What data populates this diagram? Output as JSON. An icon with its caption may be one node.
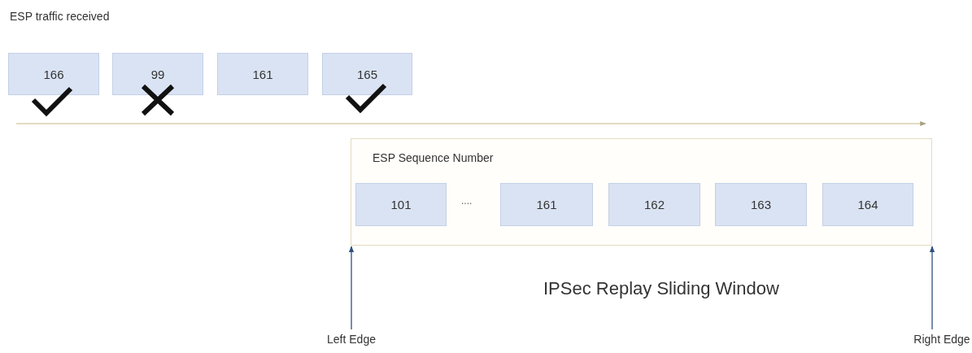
{
  "diagram": {
    "nodes": [
      {
        "text": [
          "166"
        ]
      },
      {
        "text": [
          "99"
        ]
      },
      {
        "text": [
          "161"
        ]
      },
      {
        "text": [
          "165"
        ]
      },
      {
        "text": [
          "ESP Sequence Number"
        ]
      },
      {
        "text": [
          "101"
        ],
        "in": 4
      },
      {
        "text": [
          "161"
        ],
        "in": 4
      },
      {
        "text": [
          "162"
        ],
        "in": 4
      },
      {
        "text": [
          "163"
        ],
        "in": 4
      },
      {
        "text": [
          "164"
        ],
        "in": 4
      },
      {
        "text": [
          "Left Edge"
        ]
      },
      {
        "text": [
          "Right Edge"
        ]
      }
    ],
    "edges": [
      {
        "from": 10,
        "to": 4,
        "arrow": "to"
      },
      {
        "from": 11,
        "to": 4,
        "arrow": "to"
      }
    ],
    "labels": [
      "ESP traffic received",
      "....",
      "IPSec Replay Sliding Window"
    ]
  }
}
